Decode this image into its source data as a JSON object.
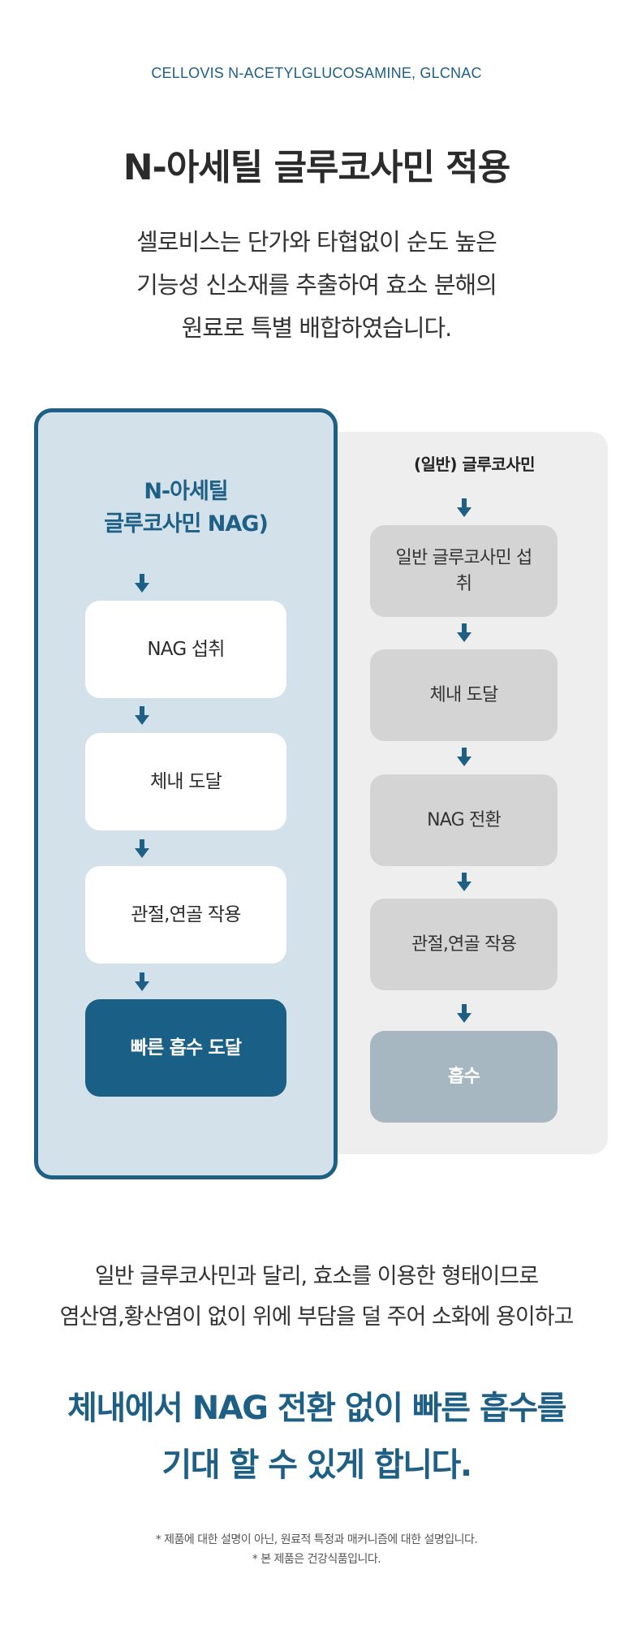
{
  "eyebrow": "CELLOVIS N-ACETYLGLUCOSAMINE, GLCNAC",
  "title": "N-아세틸 글루코사민 적용",
  "intro": [
    "셀로비스는 단가와 타협없이 순도 높은",
    "기능성 신소재를 추출하여 효소 분해의",
    "원료로 특별 배합하였습니다."
  ],
  "left": {
    "heading": [
      "N-아세틸",
      "글루코사민 NAG)"
    ],
    "steps": [
      "NAG 섭취",
      "체내 도달",
      "관절,연골 작용",
      "빠른 흡수 도달"
    ]
  },
  "right": {
    "heading": "(일반) 글루코사민",
    "steps": [
      "일반 글루코사민 섭취",
      "체내 도달",
      "NAG 전환",
      "관절,연골 작용",
      "흡수"
    ]
  },
  "paragraph": [
    "일반 글루코사민과 달리, 효소를 이용한 형태이므로",
    "염산염,황산염이 없이 위에 부담을 덜 주어 소화에 용이하고"
  ],
  "highlight": [
    "체내에서 NAG 전환 없이 빠른 흡수를",
    "기대 할 수 있게 합니다."
  ],
  "notes": [
    "* 제품에 대한 설명이 아닌, 원료적 특정과 매커니즘에 대한 설명입니다.",
    "* 본 제품은 건강식품입니다."
  ],
  "colors": {
    "accent": "#1d5f85",
    "left_bg": "#d3e1ea",
    "right_bg": "#eeeeee",
    "right_box": "#d4d4d4",
    "final_box": "#a7b7c2"
  }
}
